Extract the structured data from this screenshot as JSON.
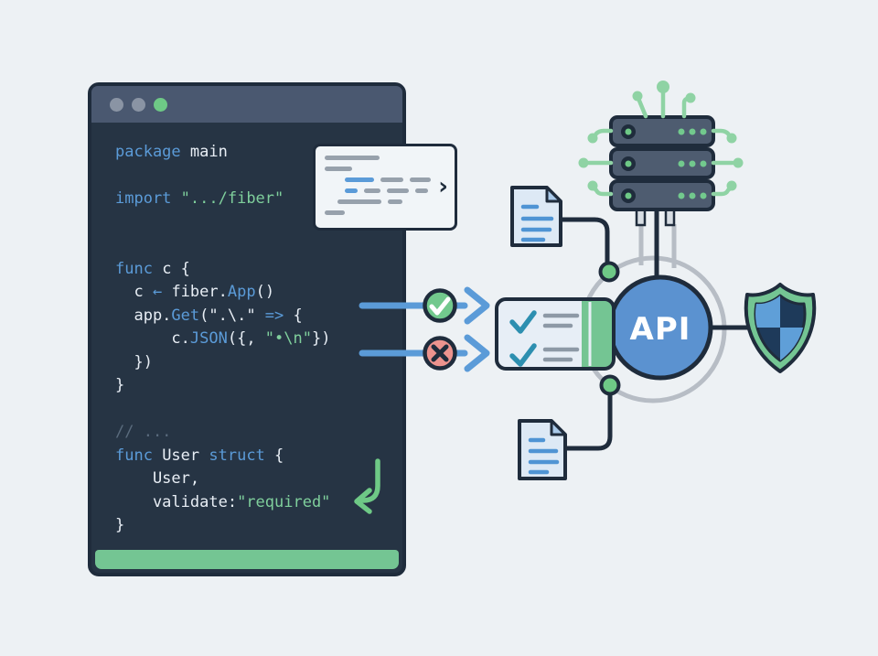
{
  "colors": {
    "background": "#edf1f4",
    "editor_bg": "#263444",
    "editor_header": "#4a5870",
    "outline_dark": "#1f2c3c",
    "accent_green": "#74c593",
    "keyword_blue": "#5b9bd8",
    "string_green": "#7fcf9c",
    "comment_gray": "#5a6b7d",
    "code_white": "#e8eef5",
    "arrow_blue": "#5b9bd8",
    "success_green": "#72c98d",
    "error_red": "#ec938e",
    "api_blue": "#5b92d0",
    "arc_gray": "#b7bdc5",
    "server_fill": "#4e5c70",
    "circuit_green": "#8fd3a4",
    "doc_fill": "#dde9f5",
    "doc_line_blue": "#4f94d4",
    "check_teal": "#2d8fb0",
    "skeleton_gray": "#97a1ac"
  },
  "editor": {
    "traffic_lights": [
      "#8a94a4",
      "#8a94a4",
      "#6ec986"
    ],
    "code_lines": [
      [
        {
          "t": "package",
          "c": "kw"
        },
        {
          "t": " main",
          "c": "txt"
        }
      ],
      [],
      [
        {
          "t": "import",
          "c": "kw"
        },
        {
          "t": " ",
          "c": "txt"
        },
        {
          "t": "\".../fiber\"",
          "c": "str"
        }
      ],
      [],
      [],
      [
        {
          "t": "func",
          "c": "kw"
        },
        {
          "t": " c {",
          "c": "txt"
        }
      ],
      [
        {
          "t": "  c ",
          "c": "txt"
        },
        {
          "t": "←",
          "c": "op"
        },
        {
          "t": " fiber.",
          "c": "txt"
        },
        {
          "t": "App",
          "c": "kw"
        },
        {
          "t": "()",
          "c": "txt"
        }
      ],
      [
        {
          "t": "  app.",
          "c": "txt"
        },
        {
          "t": "Get",
          "c": "kw"
        },
        {
          "t": "(\".\\.\" ",
          "c": "txt"
        },
        {
          "t": "=>",
          "c": "op"
        },
        {
          "t": " {",
          "c": "txt"
        }
      ],
      [
        {
          "t": "      c.",
          "c": "txt"
        },
        {
          "t": "JSON",
          "c": "kw"
        },
        {
          "t": "({, ",
          "c": "txt"
        },
        {
          "t": "\"•\\n\"",
          "c": "str"
        },
        {
          "t": "})",
          "c": "txt"
        }
      ],
      [
        {
          "t": "  })",
          "c": "txt"
        }
      ],
      [
        {
          "t": "}",
          "c": "txt"
        }
      ],
      [],
      [
        {
          "t": "// ...",
          "c": "cmt"
        }
      ],
      [
        {
          "t": "func",
          "c": "kw"
        },
        {
          "t": " User ",
          "c": "txt"
        },
        {
          "t": "struct",
          "c": "kw"
        },
        {
          "t": " {",
          "c": "txt"
        }
      ],
      [
        {
          "t": "    User,",
          "c": "txt"
        }
      ],
      [
        {
          "t": "    validate:",
          "c": "txt"
        },
        {
          "t": "\"required\"",
          "c": "str"
        }
      ],
      [
        {
          "t": "}",
          "c": "txt"
        }
      ]
    ]
  },
  "popup": {
    "chevron": "›",
    "rows": [
      {
        "indent": 0,
        "bars": [
          {
            "w": 60,
            "c": "gray"
          }
        ]
      },
      {
        "indent": 0,
        "bars": [
          {
            "w": 30,
            "c": "gray"
          }
        ]
      },
      {
        "indent": 22,
        "bars": [
          {
            "w": 34,
            "c": "blue"
          },
          {
            "w": 26,
            "c": "gray"
          },
          {
            "w": 24,
            "c": "gray"
          }
        ]
      },
      {
        "indent": 22,
        "bars": [
          {
            "w": 14,
            "c": "blue"
          },
          {
            "w": 18,
            "c": "gray"
          },
          {
            "w": 24,
            "c": "gray"
          },
          {
            "w": 14,
            "c": "gray"
          }
        ]
      },
      {
        "indent": 14,
        "bars": [
          {
            "w": 48,
            "c": "gray"
          },
          {
            "w": 16,
            "c": "gray"
          }
        ]
      },
      {
        "indent": 0,
        "bars": [
          {
            "w": 22,
            "c": "gray"
          }
        ]
      }
    ]
  },
  "flow": {
    "success_badge": "check-circle",
    "error_badge": "cross-circle"
  },
  "checklist": {
    "items": [
      {
        "state": "checked"
      },
      {
        "state": "checked"
      }
    ]
  },
  "diagram": {
    "api_label": "API",
    "server_rows": 3,
    "documents": 2,
    "shield": "security-shield"
  }
}
